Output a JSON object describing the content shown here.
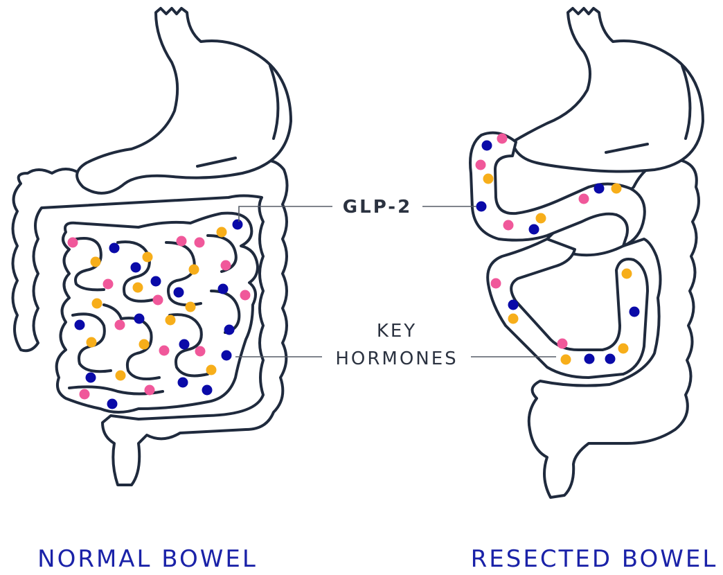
{
  "labels": {
    "glp2": "GLP-2",
    "key_line1": "KEY",
    "key_line2": "HORMONES",
    "normal": "NORMAL BOWEL",
    "resected": "RESECTED BOWEL"
  },
  "colors": {
    "outline": "#1f2a3d",
    "pink": "#f0589a",
    "orange": "#f7ae1a",
    "blue": "#0a0aa8",
    "caption": "#1a22a8"
  }
}
